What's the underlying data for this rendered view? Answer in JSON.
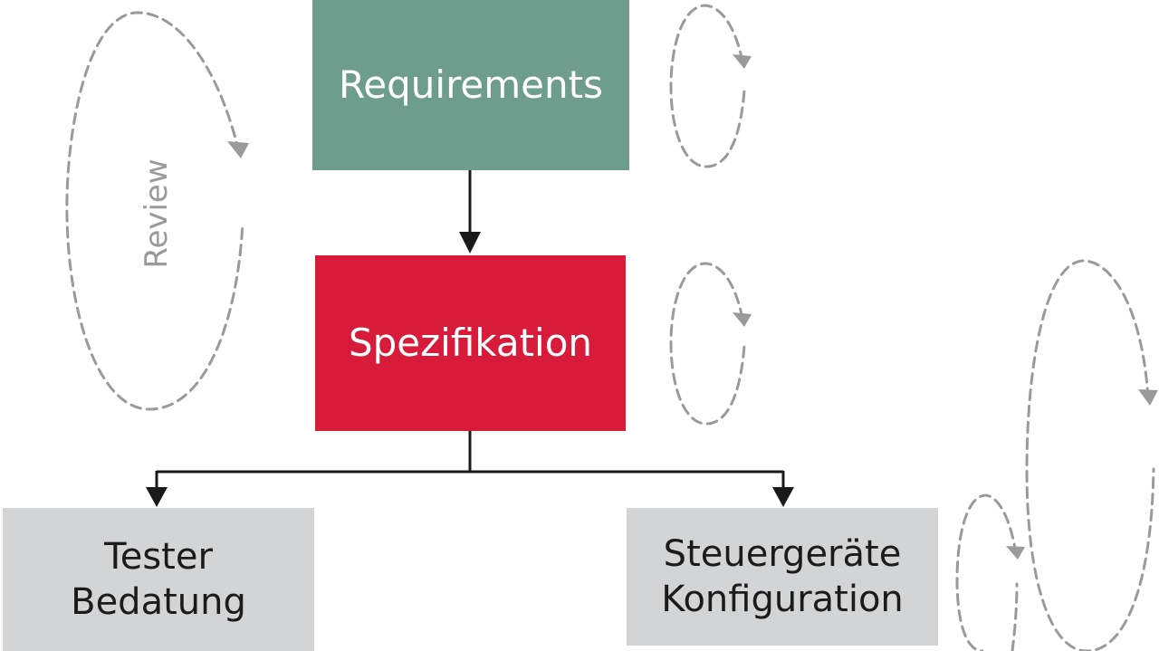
{
  "colors": {
    "requirements": "#6f9d8d",
    "spezifikation": "#d81b3a",
    "leaf": "#d3d4d6",
    "connector": "#1a1a1a",
    "loop": "#9a9a9a"
  },
  "nodes": {
    "requirements": {
      "label": "Requirements"
    },
    "spezifikation": {
      "label": "Spezifikation"
    },
    "tester": {
      "line1": "Tester",
      "line2": "Bedatung"
    },
    "steuer": {
      "line1": "Steuergeräte",
      "line2": "Konfiguration"
    }
  },
  "review_label": "Review",
  "edges": [
    {
      "from": "requirements",
      "to": "spezifikation"
    },
    {
      "from": "spezifikation",
      "to": "tester"
    },
    {
      "from": "spezifikation",
      "to": "steuer"
    }
  ]
}
